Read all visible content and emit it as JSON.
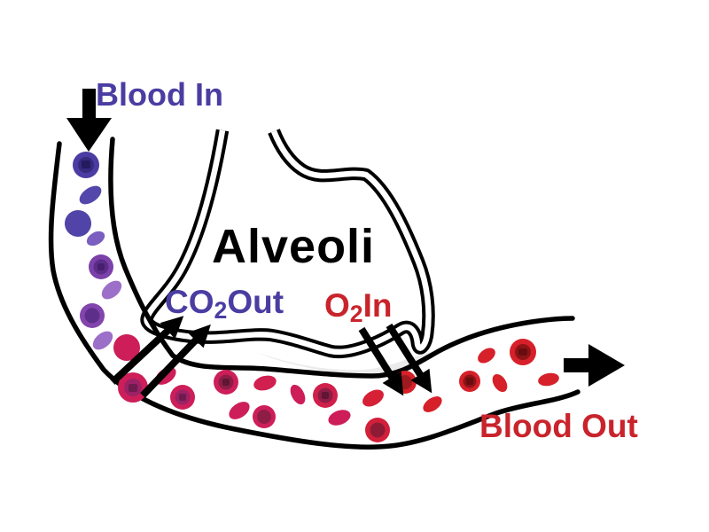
{
  "title": "Alveoli Gas Exchange Diagram",
  "labels": {
    "blood_in": "Blood In",
    "alveoli": "Alveoli",
    "co2_out": {
      "prefix": "CO",
      "sub": "2",
      "suffix": "Out"
    },
    "o2_in": {
      "prefix": "O",
      "sub": "2",
      "suffix": "In"
    },
    "blood_out": "Blood Out"
  },
  "icons": {
    "blood_in_arrow": "arrow-down",
    "blood_out_arrow": "arrow-right",
    "co2_out_arrows": "arrow-up-right-x2",
    "o2_in_arrows": "arrow-down-right-x2"
  },
  "colors": {
    "background": "#ffffff",
    "outline": "#000000",
    "purple_text": "#4a3da2",
    "red_text": "#c9232b",
    "deoxygenated_cell": "#4b3ca3",
    "transition_cell": "#7b41a9",
    "crimson_cell": "#cd1e59",
    "oxygenated_cell": "#d6202a",
    "interstitial_gray": "#ebebeb"
  }
}
